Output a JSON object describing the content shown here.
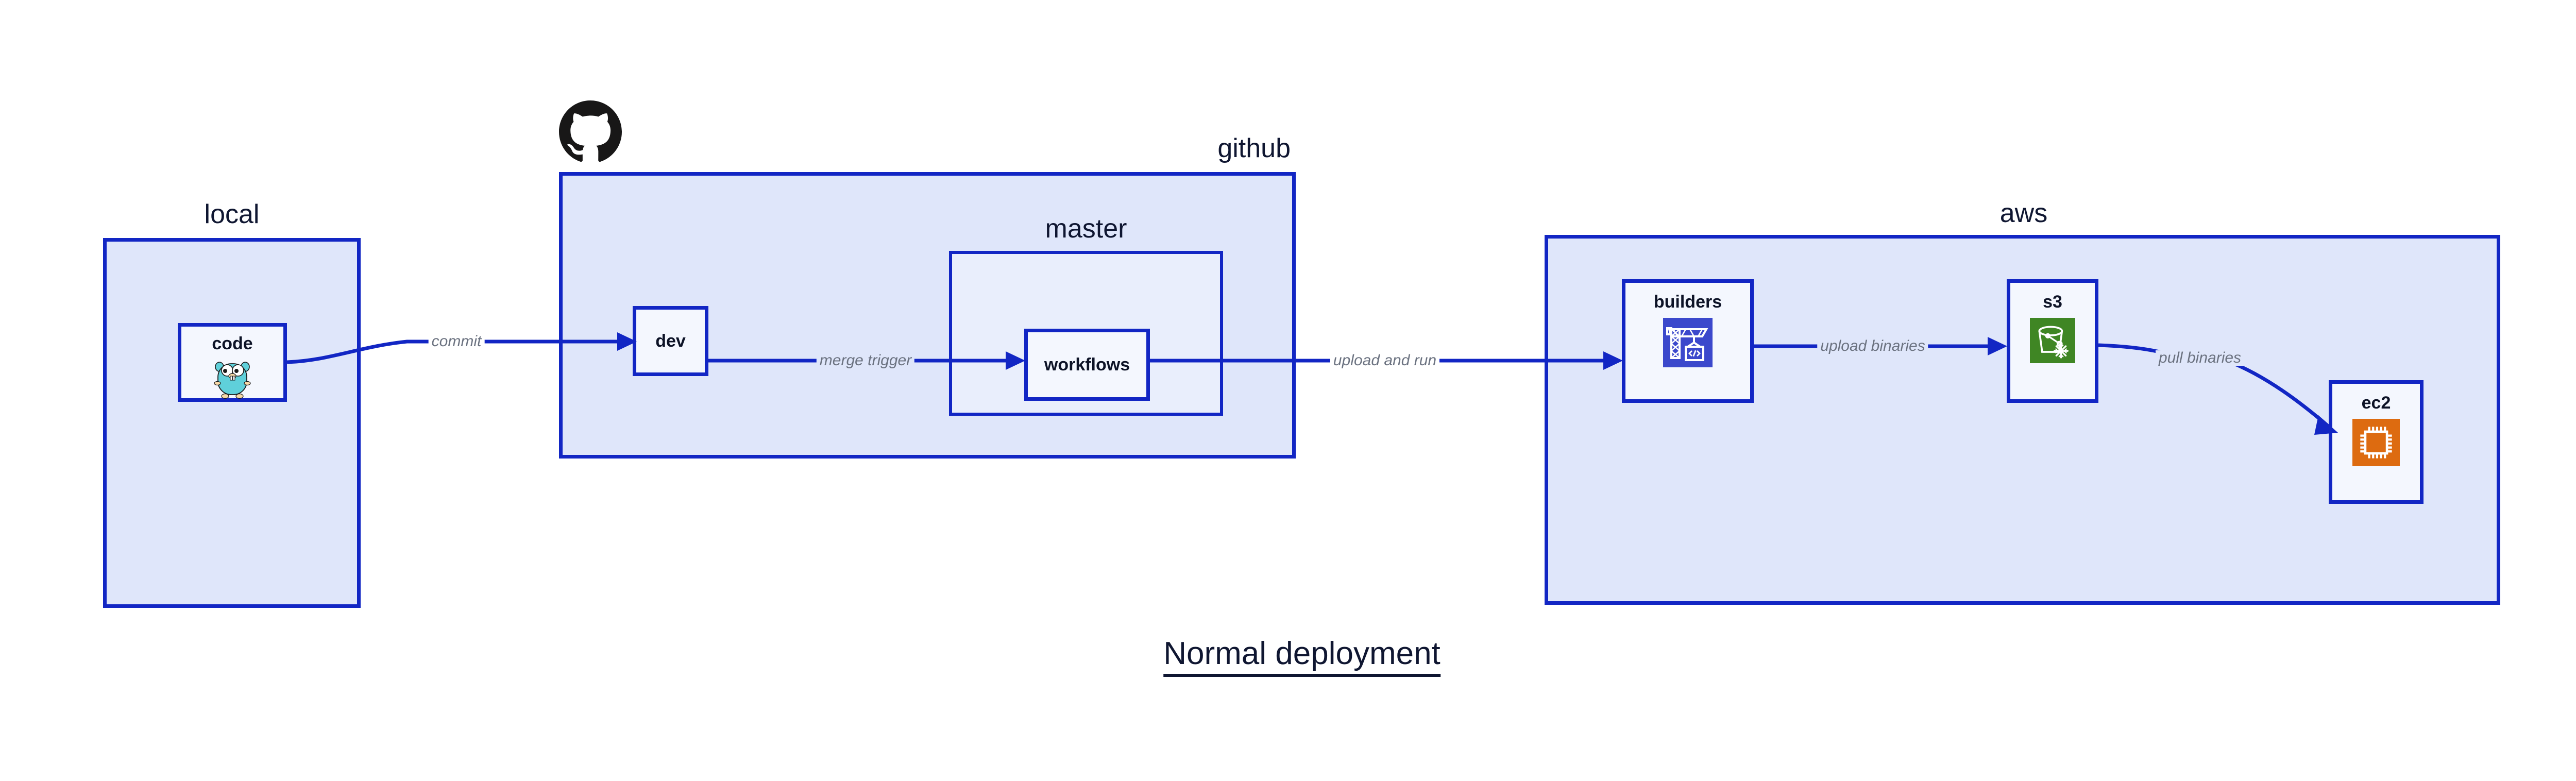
{
  "diagram": {
    "title": "Normal deployment",
    "colors": {
      "zone_fill": "#dfe6fa",
      "inner_zone_fill": "#e9eefc",
      "node_fill": "#f4f7fe",
      "border": "#1226c4",
      "text": "#0f1631",
      "edge_label": "#6b7280",
      "codebuild_icon": "#3b48cc",
      "s3_icon": "#3f8624",
      "ec2_icon": "#dd6b10",
      "gopher": "#5fd0da",
      "octocat": "#181717"
    }
  },
  "zones": [
    {
      "id": "local",
      "label": "local",
      "label_align": "center"
    },
    {
      "id": "github",
      "label": "github",
      "label_align": "right"
    },
    {
      "id": "master",
      "label": "master",
      "label_align": "center"
    },
    {
      "id": "aws",
      "label": "aws",
      "label_align": "center"
    }
  ],
  "nodes": [
    {
      "id": "code",
      "label": "code",
      "icon": "go-gopher-icon",
      "zone": "local"
    },
    {
      "id": "dev",
      "label": "dev",
      "icon": null,
      "zone": "github"
    },
    {
      "id": "workflows",
      "label": "workflows",
      "icon": null,
      "zone": "master"
    },
    {
      "id": "builders",
      "label": "builders",
      "icon": "aws-codebuild-icon",
      "zone": "aws"
    },
    {
      "id": "s3",
      "label": "s3",
      "icon": "aws-s3-glacier-icon",
      "zone": "aws"
    },
    {
      "id": "ec2",
      "label": "ec2",
      "icon": "aws-ec2-icon",
      "zone": "aws"
    }
  ],
  "edges": [
    {
      "id": "commit",
      "label": "commit",
      "from": "code",
      "to": "dev"
    },
    {
      "id": "merge-trigger",
      "label": "merge trigger",
      "from": "dev",
      "to": "workflows"
    },
    {
      "id": "upload-and-run",
      "label": "upload and run",
      "from": "workflows",
      "to": "builders"
    },
    {
      "id": "upload-binaries",
      "label": "upload binaries",
      "from": "builders",
      "to": "s3"
    },
    {
      "id": "pull-binaries",
      "label": "pull binaries",
      "from": "s3",
      "to": "ec2"
    }
  ],
  "logos": [
    {
      "id": "github-octocat",
      "name": "github-octocat-logo"
    }
  ]
}
